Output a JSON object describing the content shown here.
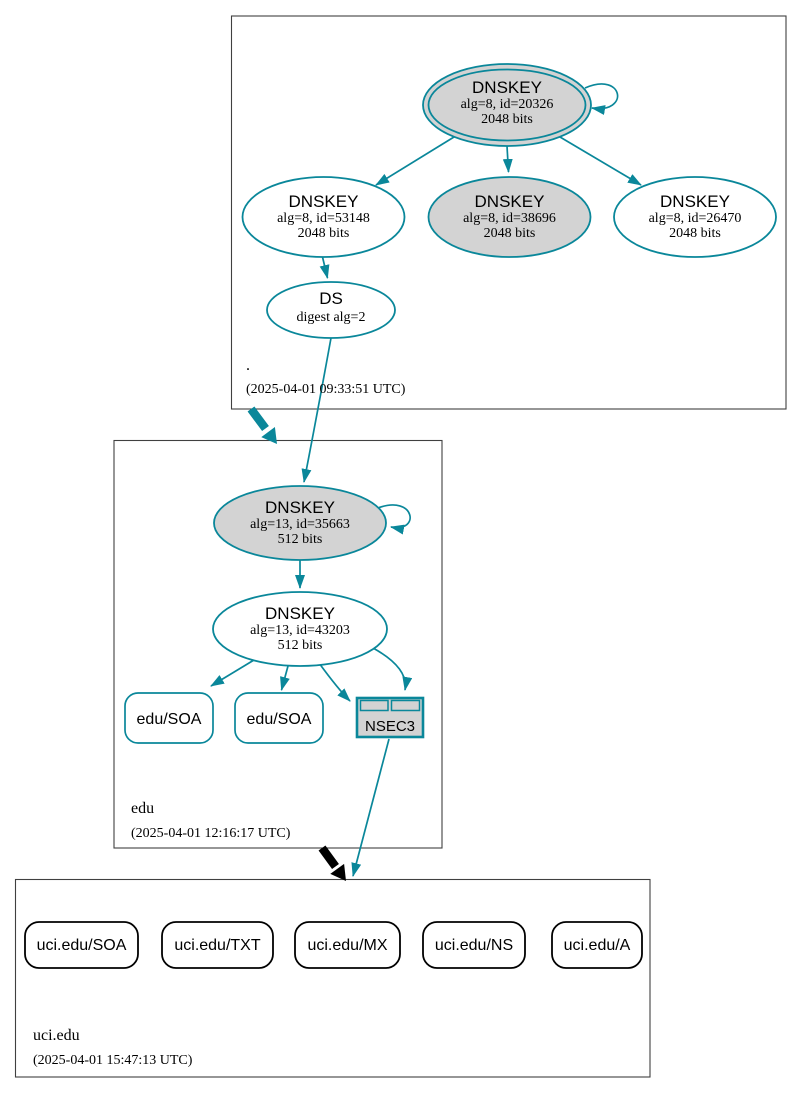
{
  "colors": {
    "secure": "#0a879a",
    "insecure": "#000000",
    "node_gray_fill": "#d3d3d3",
    "zone_border": "#404040",
    "background": "#ffffff"
  },
  "zones": [
    {
      "name": ".",
      "timestamp": "(2025-04-01 09:33:51 UTC)",
      "nodes": {
        "ksk": {
          "title": "DNSKEY",
          "detail1": "alg=8, id=20326",
          "detail2": "2048 bits"
        },
        "zsk1": {
          "title": "DNSKEY",
          "detail1": "alg=8, id=53148",
          "detail2": "2048 bits"
        },
        "zsk2": {
          "title": "DNSKEY",
          "detail1": "alg=8, id=38696",
          "detail2": "2048 bits"
        },
        "zsk3": {
          "title": "DNSKEY",
          "detail1": "alg=8, id=26470",
          "detail2": "2048 bits"
        },
        "ds": {
          "title": "DS",
          "detail1": "digest alg=2"
        }
      }
    },
    {
      "name": "edu",
      "timestamp": "(2025-04-01 12:16:17 UTC)",
      "nodes": {
        "ksk": {
          "title": "DNSKEY",
          "detail1": "alg=13, id=35663",
          "detail2": "512 bits"
        },
        "zsk": {
          "title": "DNSKEY",
          "detail1": "alg=13, id=43203",
          "detail2": "512 bits"
        },
        "soa1": {
          "label": "edu/SOA"
        },
        "soa2": {
          "label": "edu/SOA"
        },
        "nsec3": {
          "label": "NSEC3"
        }
      }
    },
    {
      "name": "uci.edu",
      "timestamp": "(2025-04-01 15:47:13 UTC)",
      "nodes": {
        "soa": {
          "label": "uci.edu/SOA"
        },
        "txt": {
          "label": "uci.edu/TXT"
        },
        "mx": {
          "label": "uci.edu/MX"
        },
        "ns": {
          "label": "uci.edu/NS"
        },
        "a": {
          "label": "uci.edu/A"
        }
      }
    }
  ]
}
